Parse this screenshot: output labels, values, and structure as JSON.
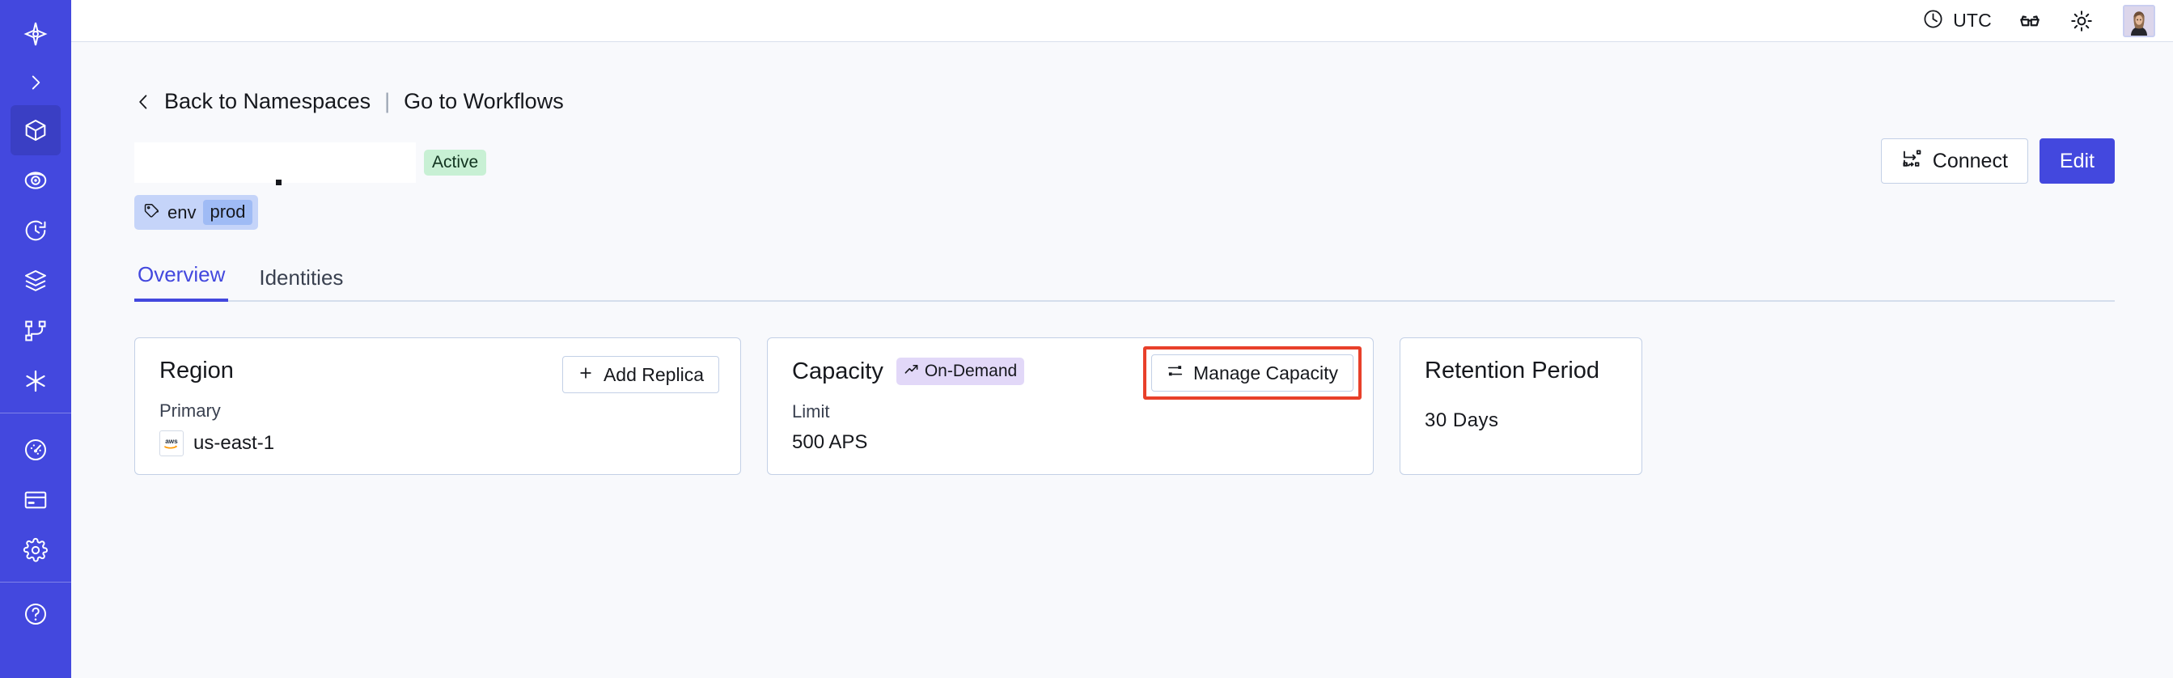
{
  "sidebar": {
    "brand_color": "#4348DE",
    "active_item_color": "#3A3FC4",
    "items": [
      {
        "icon": "temporal-logo-icon",
        "label": "Temporal",
        "active": false
      },
      {
        "icon": "chevron-right-icon",
        "label": "Expand Menu",
        "active": false
      },
      {
        "icon": "cube-namespaces-icon",
        "label": "Namespaces",
        "active": true
      },
      {
        "icon": "eye-observability-icon",
        "label": "Observability",
        "active": false
      },
      {
        "icon": "history-clock-icon",
        "label": "History",
        "active": false
      },
      {
        "icon": "layers-stack-icon",
        "label": "Layers",
        "active": false
      },
      {
        "icon": "branch-nodes-icon",
        "label": "Workflows",
        "active": false
      },
      {
        "icon": "asterisk-icon",
        "label": "Integrations",
        "active": false
      },
      {
        "icon": "gauge-usage-icon",
        "label": "Usage",
        "active": false
      },
      {
        "icon": "credit-card-billing-icon",
        "label": "Billing",
        "active": false
      },
      {
        "icon": "gear-settings-icon",
        "label": "Settings",
        "active": false
      }
    ]
  },
  "topbar": {
    "timezone_label": "UTC",
    "clock_icon": "clock-icon",
    "glasses_icon": "glasses-icon",
    "theme_icon": "sun-icon",
    "avatar_icon": "user-avatar"
  },
  "breadcrumb": {
    "back_chevron_icon": "chevron-left-icon",
    "back_label": "Back to Namespaces",
    "separator": "|",
    "forward_label": "Go to Workflows"
  },
  "header": {
    "namespace_name": "",
    "status_badge": "Active",
    "status_badge_bg": "#C8F0D4",
    "connect_label": "Connect",
    "connect_icon": "connect-flow-icon",
    "edit_label": "Edit",
    "edit_bg": "#4348DE",
    "tag": {
      "icon": "tag-icon",
      "key": "env",
      "value": "prod",
      "bg": "#C5D4F9",
      "value_bg": "#9FBBF5"
    }
  },
  "tabs": [
    {
      "label": "Overview",
      "active": true
    },
    {
      "label": "Identities",
      "active": false
    }
  ],
  "cards": {
    "region": {
      "title": "Region",
      "action_label": "Add Replica",
      "action_icon": "plus-icon",
      "sub_label": "Primary",
      "provider_icon": "aws-logo-icon",
      "value": "us-east-1"
    },
    "capacity": {
      "title": "Capacity",
      "mode_badge": "On-Demand",
      "mode_badge_icon": "trend-up-icon",
      "mode_badge_bg": "#E2D8F8",
      "action_label": "Manage Capacity",
      "action_icon": "sliders-icon",
      "action_highlight_color": "#E8402A",
      "sub_label": "Limit",
      "value": "500 APS"
    },
    "retention": {
      "title": "Retention Period",
      "value": "30 Days"
    }
  }
}
